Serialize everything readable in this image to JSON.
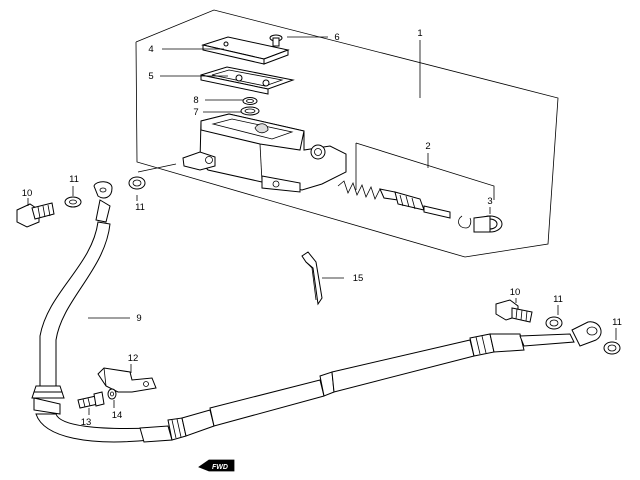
{
  "callouts": {
    "c1": "1",
    "c2": "2",
    "c3": "3",
    "c4": "4",
    "c5": "5",
    "c6": "6",
    "c7": "7",
    "c8": "8",
    "c9": "9",
    "c10a": "10",
    "c10b": "10",
    "c11a": "11",
    "c11b": "11",
    "c11c": "11",
    "c11d": "11",
    "c12": "12",
    "c13": "13",
    "c14": "14",
    "c15": "15"
  },
  "direction_marker": "FWD"
}
